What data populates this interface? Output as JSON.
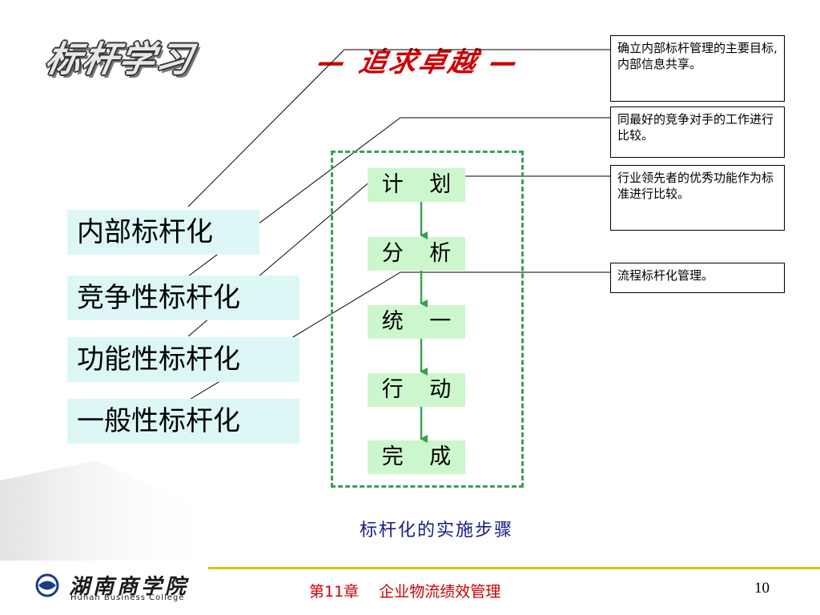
{
  "slide": {
    "title": "标杆学习",
    "subtitle": "— 追求卓越 —",
    "categories": [
      {
        "label": "内部标杆化"
      },
      {
        "label": "竞争性标杆化"
      },
      {
        "label": "功能性标杆化"
      },
      {
        "label": "一般性标杆化"
      }
    ],
    "notes": [
      {
        "text": "确立内部标杆管理的主要目标,内部信息共享。"
      },
      {
        "text": "同最好的竞争对手的工作进行比较。"
      },
      {
        "text": "行业领先者的优秀功能作为标准进行比较。"
      },
      {
        "text": "流程标杆化管理。"
      }
    ],
    "steps": [
      {
        "label": "计 划"
      },
      {
        "label": "分 析"
      },
      {
        "label": "统 一"
      },
      {
        "label": "行 动"
      },
      {
        "label": "完 成"
      }
    ],
    "caption": "标杆化的实施步骤"
  },
  "footer": {
    "school_cn": "湖南商学院",
    "school_en": "Hunan Business College",
    "chapter": "第11章　 企业物流绩效管理",
    "page_number": "10"
  },
  "colors": {
    "subtitle": "#cc0000",
    "category_bg": "#ddf7f7",
    "step_bg": "#ccf7cc",
    "arrow": "#3aa050",
    "footer_line": "#e6c000",
    "footer_text": "#cc0000"
  }
}
